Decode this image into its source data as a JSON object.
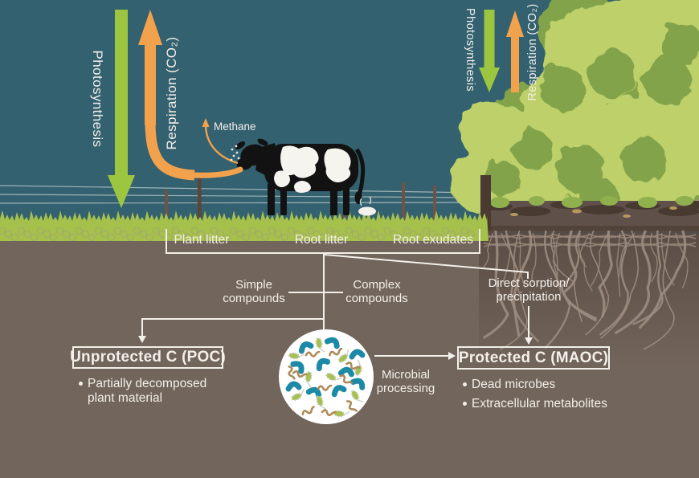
{
  "pasture": {
    "photosynthesis_label": "Photosynthesis",
    "respiration_label": "Respiration (CO₂)",
    "methane_label": "Methane"
  },
  "forest": {
    "photosynthesis_label": "Photosynthesis",
    "respiration_label": "Respiration (CO₂)"
  },
  "soil_inputs": {
    "plant_litter": "Plant litter",
    "root_litter": "Root litter",
    "root_exudates": "Root exudates"
  },
  "flow": {
    "simple_compounds": "Simple compounds",
    "complex_compounds": "Complex compounds",
    "direct_sorption_lines": [
      "Direct sorption/",
      "precipitation"
    ],
    "microbial_processing": "Microbial processing"
  },
  "boxes": {
    "unprotected": {
      "title": "Unprotected C (POC)",
      "bullets": [
        "Partially decomposed plant material"
      ]
    },
    "protected": {
      "title": "Protected C (MAOC)",
      "bullets": [
        "Dead microbes",
        "Extracellular metabolites"
      ]
    }
  },
  "icons": {
    "microbe_types": [
      "teal-bean-bacterium",
      "green-ciliated-bacterium",
      "brown-filament-microbe"
    ],
    "scene_elements": [
      "holstein-cow",
      "dung-pile",
      "wire-fence",
      "deciduous-trees",
      "tree-roots",
      "grass-sward"
    ]
  },
  "colors": {
    "sky": "#336170",
    "soil": "#72655b",
    "grass": "#a6c14b",
    "arrow_green": "#9cc63f",
    "arrow_orange": "#f2a24d",
    "line_white": "#f3efe9",
    "foliage_light": "#bdd06b",
    "foliage_mid": "#82a349",
    "trunk": "#b4a288",
    "forest_floor": "#5f504a",
    "root": "#9c8c7f",
    "microbe_teal": "#1c89a6",
    "microbe_green": "#a4c04d",
    "microbe_brown": "#ad8a58"
  }
}
